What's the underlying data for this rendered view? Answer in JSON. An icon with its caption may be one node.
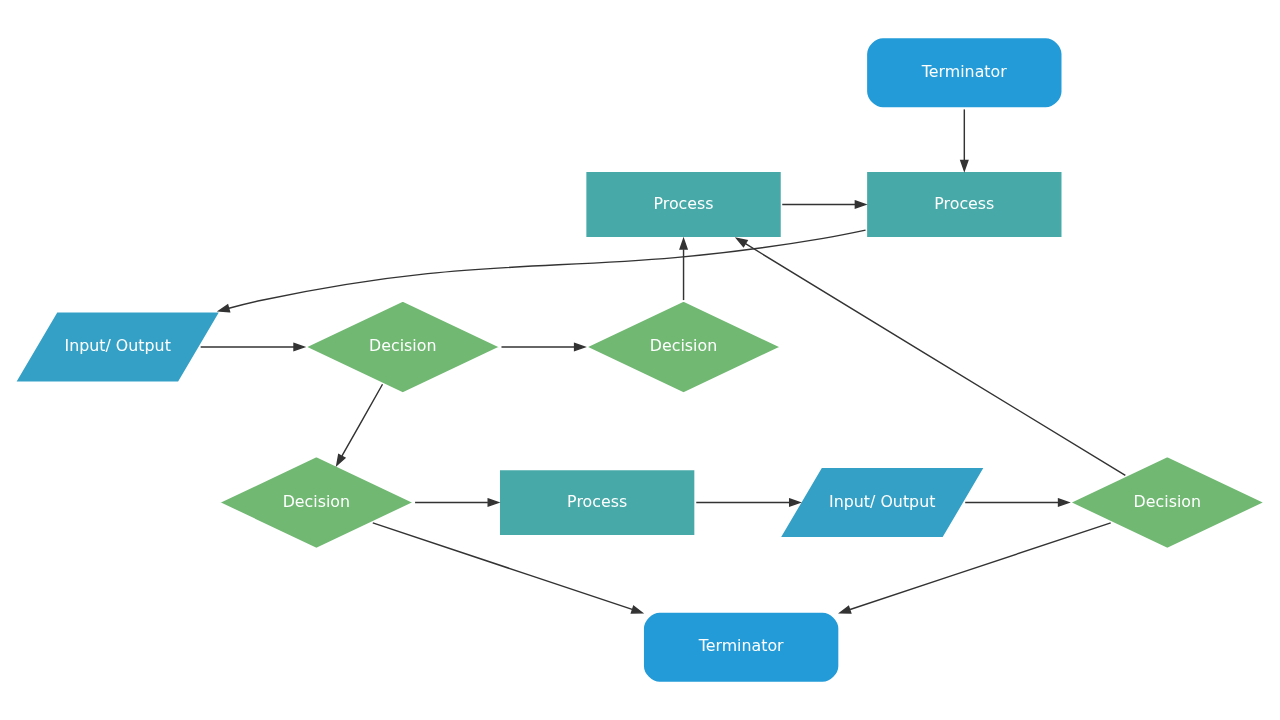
{
  "diagram": {
    "nodes": [
      {
        "text": [
          "Terminator"
        ]
      },
      {
        "text": [
          "Process"
        ]
      },
      {
        "text": [
          "Process"
        ]
      },
      {
        "text": [
          "Input/ Output"
        ]
      },
      {
        "text": [
          "Decision"
        ]
      },
      {
        "text": [
          "Decision"
        ]
      },
      {
        "text": [
          "Decision"
        ]
      },
      {
        "text": [
          "Process"
        ]
      },
      {
        "text": [
          "Input/ Output"
        ]
      },
      {
        "text": [
          "Decision"
        ]
      },
      {
        "text": [
          "Terminator"
        ]
      }
    ],
    "edges": [
      {
        "from": 0,
        "to": 1,
        "arrow": "to"
      },
      {
        "from": 1,
        "to": 3,
        "arrow": "to"
      },
      {
        "from": 3,
        "to": 4,
        "arrow": "to"
      },
      {
        "from": 4,
        "to": 5,
        "arrow": "to"
      },
      {
        "from": 5,
        "to": 2,
        "arrow": "to"
      },
      {
        "from": 2,
        "to": 1,
        "arrow": "to"
      },
      {
        "from": 4,
        "to": 6,
        "arrow": "to"
      },
      {
        "from": 6,
        "to": 7,
        "arrow": "to"
      },
      {
        "from": 7,
        "to": 8,
        "arrow": "to"
      },
      {
        "from": 8,
        "to": 9,
        "arrow": "to"
      },
      {
        "from": 9,
        "to": 2,
        "arrow": "to"
      },
      {
        "from": 9,
        "to": 10,
        "arrow": "to"
      },
      {
        "from": 6,
        "to": 10,
        "arrow": "to"
      }
    ]
  }
}
